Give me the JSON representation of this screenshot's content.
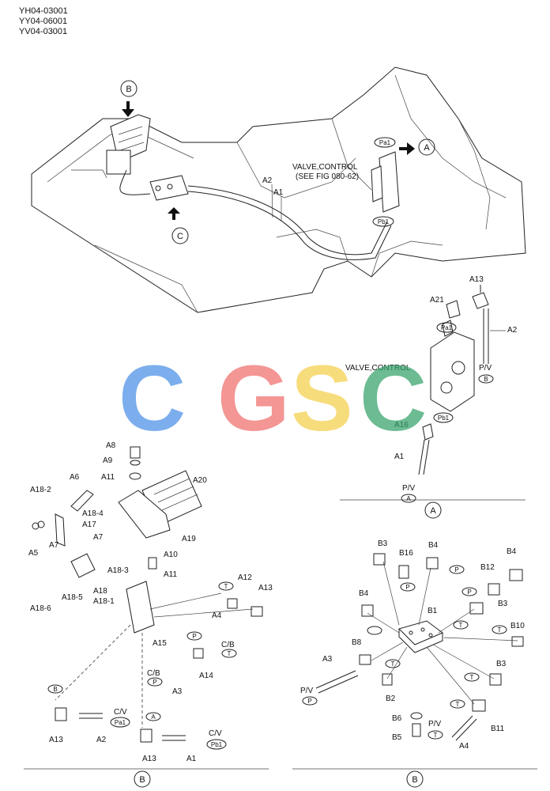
{
  "part_codes": [
    "YH04-03001",
    "YY04-06001",
    "YV04-03001"
  ],
  "watermark": {
    "letters": [
      {
        "ch": "C",
        "color": "#4a8fe7"
      },
      {
        "ch": "G",
        "color": "#ef6f6c"
      },
      {
        "ch": "S",
        "color": "#f5cf4a"
      },
      {
        "ch": "C",
        "color": "#34a26a"
      }
    ]
  },
  "overview": {
    "view_markers": [
      "B",
      "A",
      "C"
    ],
    "valve_note_line1": "VALVE,CONTROL",
    "valve_note_line2": "(SEE FIG 080-62)",
    "port_tags": [
      "Pa1",
      "Pb1"
    ],
    "line_labels": [
      "A2",
      "A1"
    ]
  },
  "detail_a": {
    "section_marker": "A",
    "valve_label": "VALVE,CONTROL",
    "labels": [
      "A13",
      "A21",
      "A2",
      "A16",
      "A1"
    ],
    "port_tags": [
      "Pa1",
      "Pb1"
    ],
    "pv_top": "P/V",
    "pv_top_tag": "B",
    "pv_bottom": "P/V",
    "pv_bottom_tag": "A"
  },
  "detail_b_left": {
    "section_marker": "B",
    "labels": [
      "A8",
      "A9",
      "A11",
      "A6",
      "A20",
      "A18-2",
      "A18-4",
      "A17",
      "A5",
      "A7",
      "A7",
      "A18-3",
      "A19",
      "A10",
      "A11",
      "A18",
      "A18-1",
      "A18-5",
      "A18-6",
      "A12",
      "A13",
      "A4",
      "A15",
      "A14",
      "A3",
      "A13",
      "A2",
      "A13",
      "A1"
    ],
    "cb_upper": "C/B",
    "cb_lower": "C/B",
    "cv_upper": "C/V",
    "cv_lower": "C/V",
    "tags": [
      "T",
      "T",
      "P",
      "P",
      "B",
      "Pa1",
      "A",
      "Pb1"
    ]
  },
  "detail_b_right": {
    "section_marker": "B",
    "labels": [
      "B3",
      "B16",
      "B4",
      "B4",
      "B12",
      "B4",
      "B1",
      "B3",
      "B10",
      "B8",
      "A3",
      "B3",
      "B2",
      "B6",
      "B5",
      "A4",
      "B11"
    ],
    "pv_left": "P/V",
    "pv_right": "P/V",
    "tags": [
      "P",
      "P",
      "P",
      "T",
      "T",
      "T",
      "T",
      "T",
      "P",
      "T"
    ]
  }
}
